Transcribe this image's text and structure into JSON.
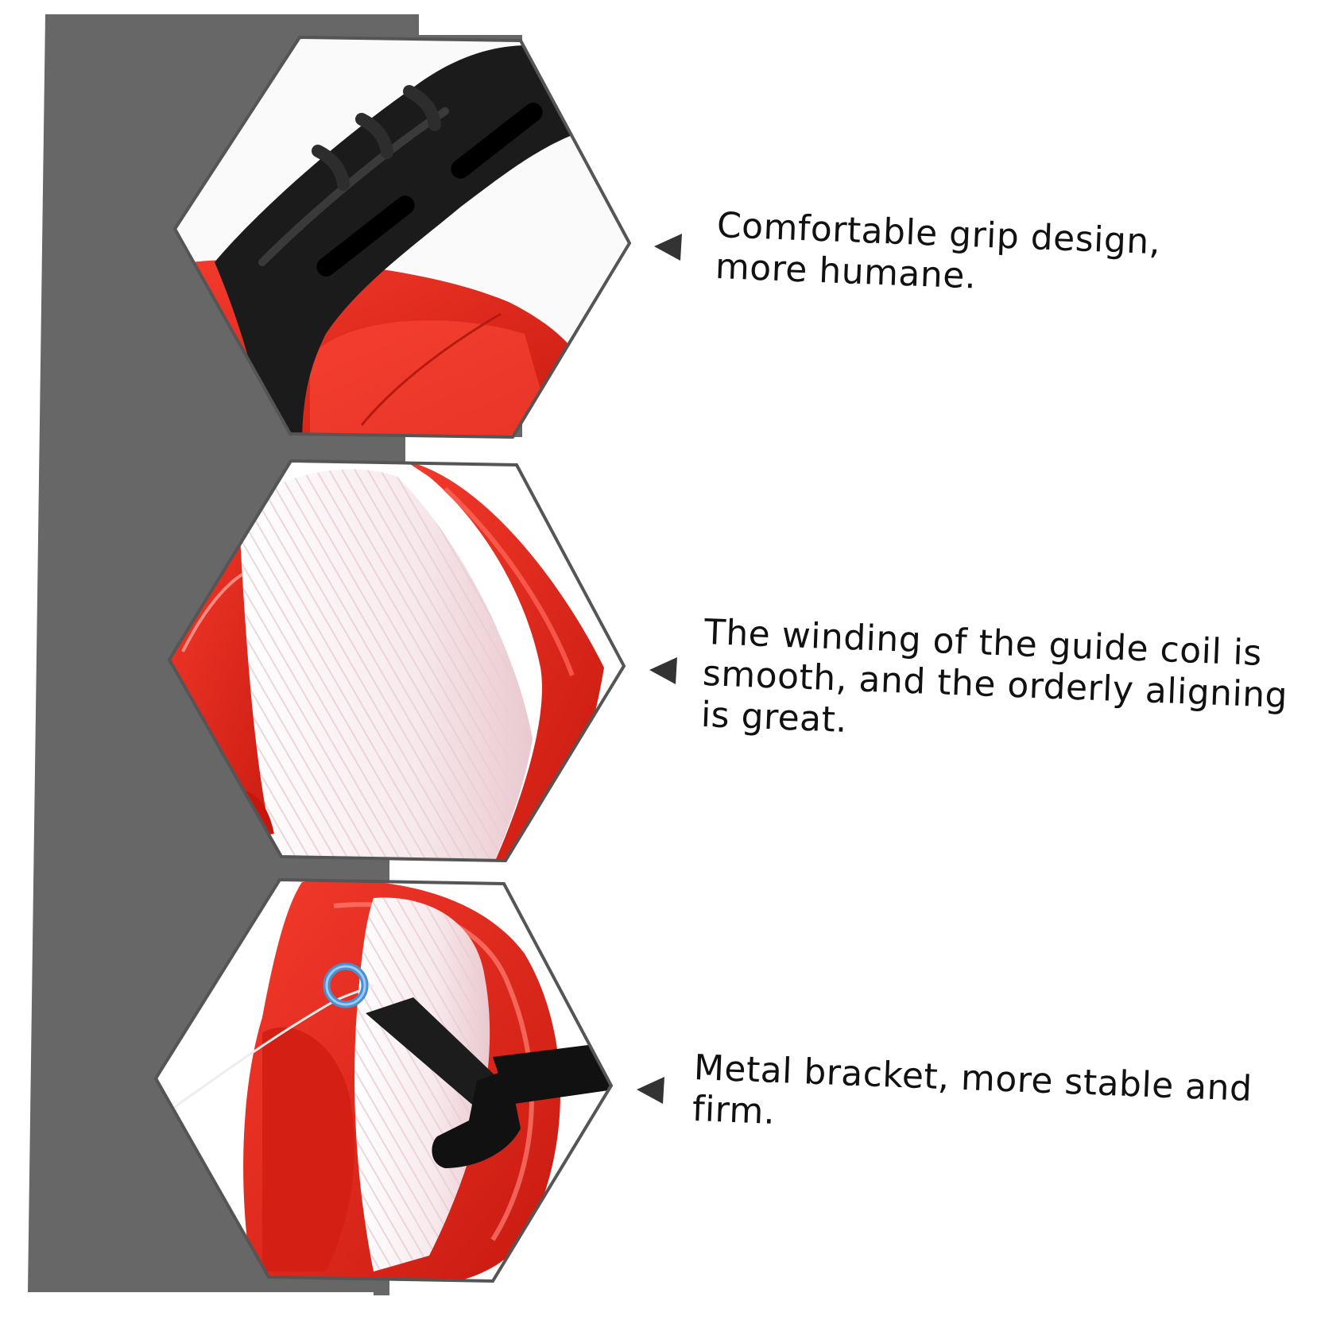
{
  "colors": {
    "background": "#ffffff",
    "side_panel": "#676767",
    "frame_outline": "#555555",
    "reel_red": "#e8281c",
    "reel_red_dark": "#b8150f",
    "handle_black": "#1a1a1a",
    "line_white": "#f6eef0",
    "pointer": "#333333"
  },
  "features": [
    {
      "icon": "reel-handle-grip-photo",
      "pointer_icon": "triangle-pointer-icon",
      "caption": "Comfortable grip design,\nmore humane."
    },
    {
      "icon": "coiled-line-photo",
      "pointer_icon": "triangle-pointer-icon",
      "caption": "The winding of the guide coil is\nsmooth, and the orderly aligning\nis great."
    },
    {
      "icon": "metal-bracket-photo",
      "pointer_icon": "triangle-pointer-icon",
      "caption": "Metal bracket, more stable and\nfirm."
    }
  ]
}
